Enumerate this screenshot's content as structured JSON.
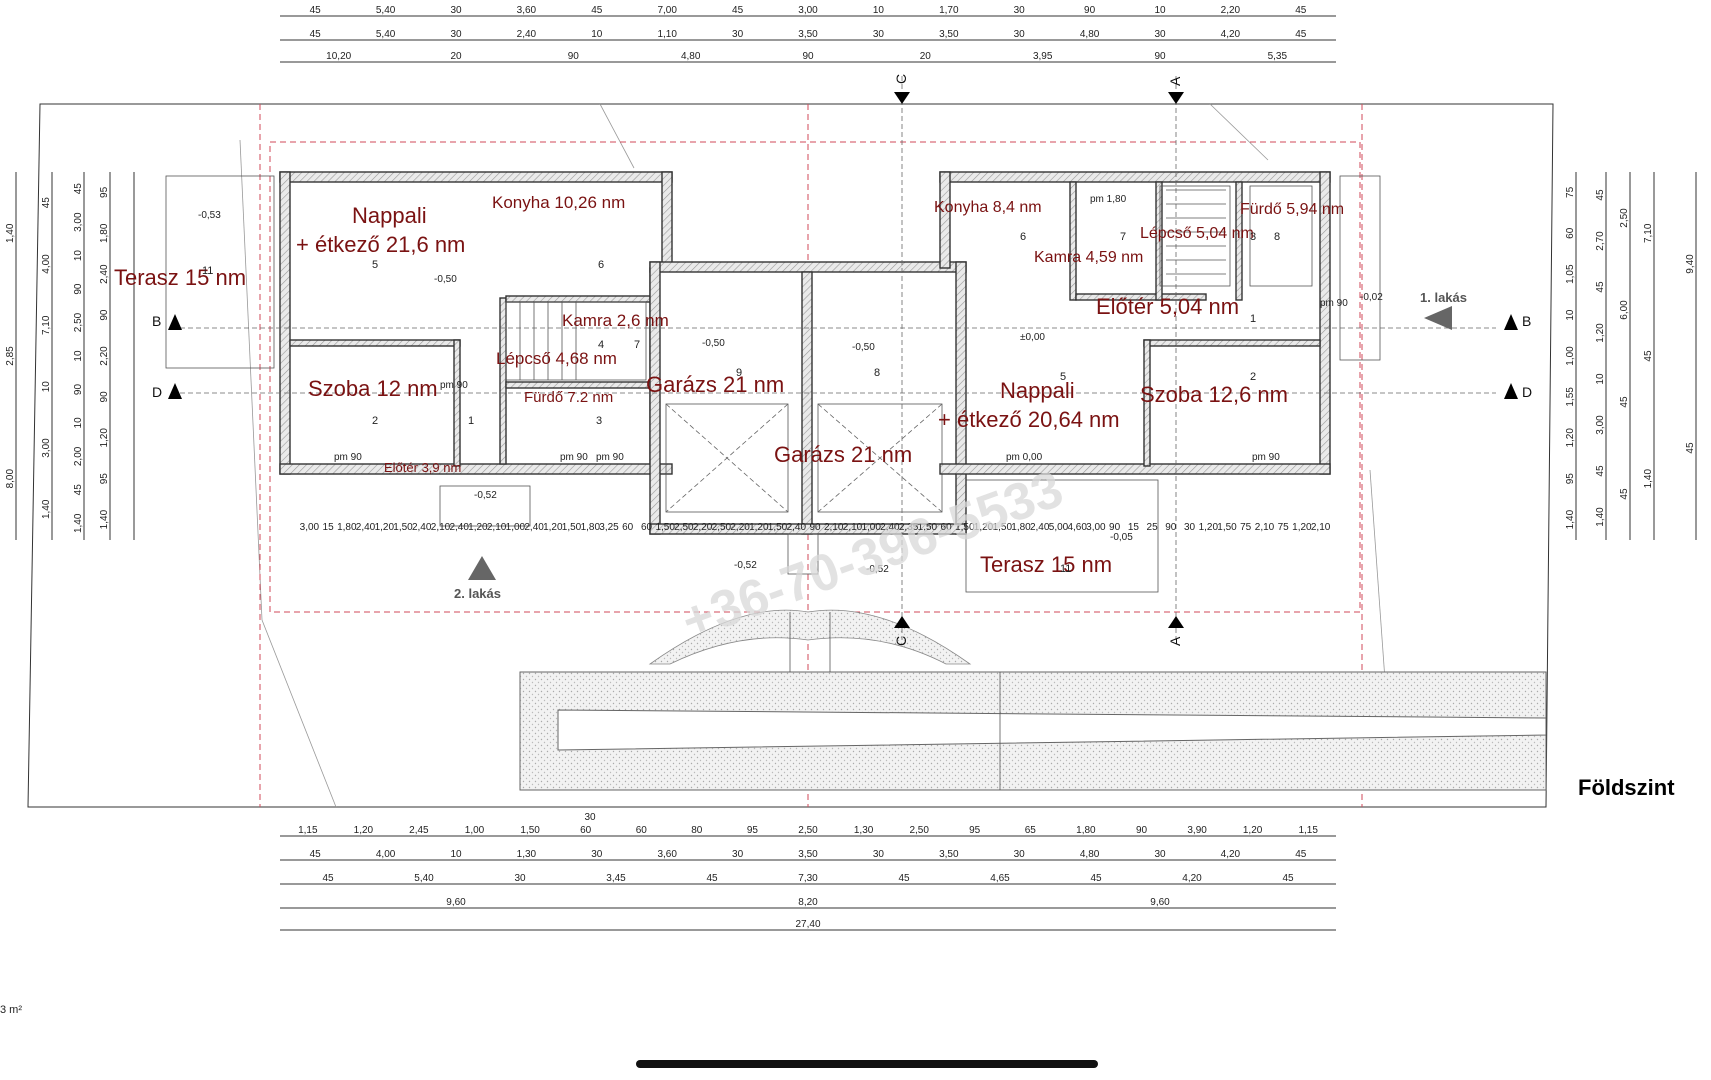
{
  "drawing": {
    "title": "Földszint",
    "area_fragment": "3 m²",
    "watermark": "+36-70-396-5533",
    "unit_labels": [
      "1. lakás",
      "2. lakás"
    ],
    "section_marks": [
      "A",
      "A",
      "B",
      "B",
      "C",
      "C",
      "D",
      "D"
    ]
  },
  "rooms": [
    {
      "label": "Nappali",
      "sub": "+ étkező 21,6 nm",
      "no": "5"
    },
    {
      "label": "Konyha 10,26 nm",
      "no": "6"
    },
    {
      "label": "Terasz 15 nm",
      "no": "11"
    },
    {
      "label": "Kamra 2,6 nm",
      "no": "4"
    },
    {
      "label": "Lépcső 4,68 nm",
      "no": "7"
    },
    {
      "label": "Szoba 12 nm",
      "no": "2"
    },
    {
      "label": "Fürdő 7.2 nm",
      "no": "3"
    },
    {
      "label": "Előtér 3,9 nm",
      "no": "1"
    },
    {
      "label": "Garázs 21 nm",
      "no": "9"
    },
    {
      "label": "Garázs 21 nm",
      "no": "8"
    },
    {
      "label": "Konyha 8,4 nm",
      "no": "6"
    },
    {
      "label": "Kamra 4,59 nm",
      "no": "7"
    },
    {
      "label": "Lépcső 5,04 nm",
      "no": "8"
    },
    {
      "label": "Fürdő 5,94 nm",
      "no": "3"
    },
    {
      "label": "Előtér 5,04 nm",
      "no": "1"
    },
    {
      "label": "Nappali",
      "sub": "+ étkező 20,64 nm",
      "no": "5"
    },
    {
      "label": "Szoba 12,6 nm",
      "no": "2"
    },
    {
      "label": "Terasz 15 nm",
      "no": "11"
    }
  ],
  "levels": [
    "-0,53",
    "-0,50",
    "-0,50",
    "-0,50",
    "-0,52",
    "-0,52",
    "-0,52",
    "-0,05",
    "±0,00",
    "-0,02"
  ],
  "openings": [
    "pm 1,80",
    "pm 90",
    "pm 90",
    "pm 90",
    "pm 90",
    "pm 90",
    "pm 0,00",
    "pm 90"
  ],
  "dimensions": {
    "top_row1": [
      "45",
      "5,40",
      "30",
      "3,60",
      "45",
      "7,00",
      "45",
      "3,00",
      "10",
      "1,70",
      "30",
      "90",
      "10",
      "2,20",
      "45"
    ],
    "top_row2": [
      "45",
      "5,40",
      "30",
      "2,40",
      "10",
      "1,10",
      "30",
      "3,50",
      "30",
      "3,50",
      "30",
      "4,80",
      "30",
      "4,20",
      "45"
    ],
    "top_row3": [
      "10,20",
      "20",
      "90",
      "4,80",
      "90",
      "20",
      "3,95",
      "90",
      "5,35"
    ],
    "bottom_row1": [
      "1,15",
      "1,20",
      "2,45",
      "1,00",
      "1,50",
      "60",
      "60",
      "80",
      "95",
      "2,50",
      "1,30",
      "2,50",
      "95",
      "65",
      "1,80",
      "90",
      "3,90",
      "1,20",
      "1,15"
    ],
    "bottom_row2": [
      "45",
      "4,00",
      "10",
      "1,30",
      "30",
      "3,60",
      "30",
      "3,50",
      "30",
      "3,50",
      "30",
      "4,80",
      "30",
      "4,20",
      "45"
    ],
    "bottom_row3": [
      "45",
      "5,40",
      "30",
      "3,45",
      "45",
      "7,30",
      "45",
      "4,65",
      "45",
      "4,20",
      "45"
    ],
    "bottom_row4": [
      "9,60",
      "8,20",
      "9,60"
    ],
    "bottom_total": "27,40",
    "bottom_extra": "30",
    "left_a": [
      "1,40",
      "2,85",
      "8,00"
    ],
    "left_b": [
      "45",
      "4,00",
      "7,10",
      "10",
      "3,00",
      "1,40"
    ],
    "left_c": [
      "45",
      "3,00",
      "10",
      "90",
      "2,50",
      "10",
      "90",
      "10",
      "2,00",
      "45",
      "1,40"
    ],
    "left_d": [
      "95",
      "1,80",
      "2,40",
      "90",
      "2,20",
      "90",
      "1,20",
      "95",
      "1,40"
    ],
    "right_a": [
      "75",
      "60",
      "1,05",
      "10",
      "1,00",
      "1,55",
      "1,20",
      "95",
      "1,40"
    ],
    "right_b": [
      "45",
      "2,70",
      "45",
      "1,20",
      "10",
      "3,00",
      "45",
      "1,40"
    ],
    "right_c": [
      "2,50",
      "6,00",
      "45",
      "45"
    ],
    "right_d": [
      "7,10",
      "45",
      "1,40"
    ],
    "right_e": [
      "9,40",
      "45"
    ],
    "misc": [
      "3,00",
      "15",
      "1,80",
      "2,40",
      "1,20",
      "1,50",
      "2,40",
      "2,10",
      "2,40",
      "1,20",
      "2,10",
      "1,00",
      "2,40",
      "1,20",
      "1,50",
      "1,80",
      "3,25",
      "60",
      "60",
      "1,50",
      "2,50",
      "2,20",
      "2,50",
      "2,20",
      "1,20",
      "1,50",
      "2,40",
      "90",
      "2,10",
      "2,10",
      "1,00",
      "2,40",
      "2,35",
      "1,50",
      "60",
      "1,50",
      "1,20",
      "1,50",
      "1,80",
      "2,40",
      "5,00",
      "4,60",
      "3,00",
      "90",
      "15",
      "25",
      "90",
      "30",
      "1,20",
      "1,50",
      "75",
      "2,10",
      "75",
      "1,20",
      "2,10"
    ]
  }
}
